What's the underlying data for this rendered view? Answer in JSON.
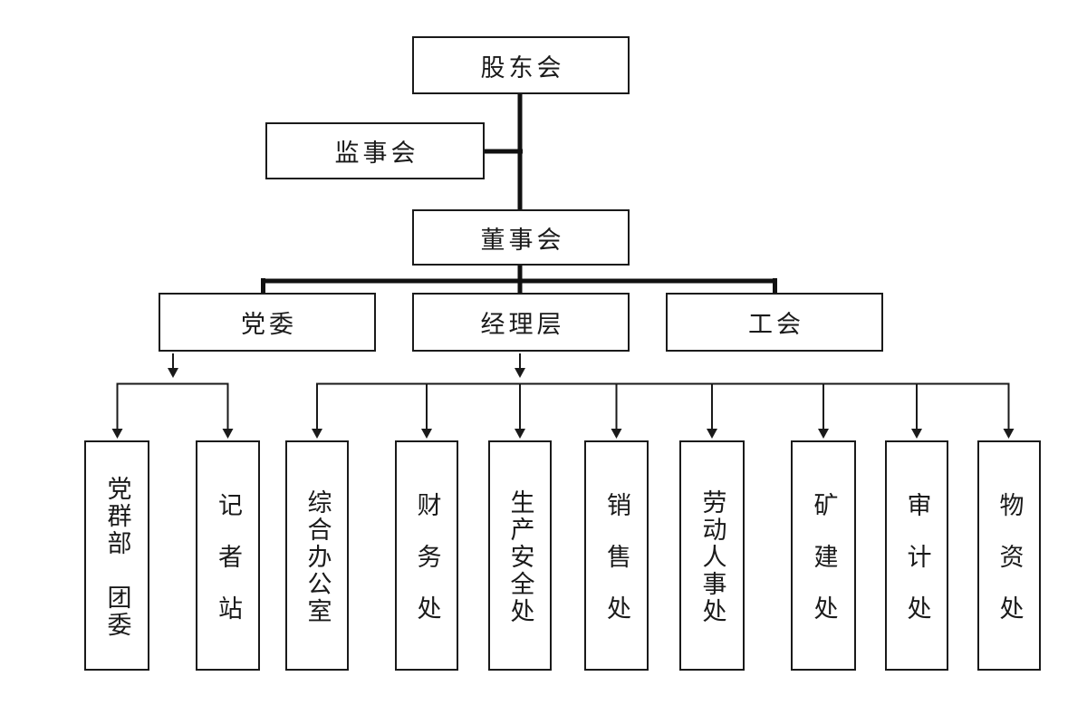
{
  "org_chart": {
    "nodes": {
      "shareholders": {
        "label": "股东会"
      },
      "supervisory": {
        "label": "监事会"
      },
      "board": {
        "label": "董事会"
      },
      "party": {
        "label": "党委"
      },
      "management": {
        "label": "经理层"
      },
      "union": {
        "label": "工会"
      }
    },
    "party_departments": [
      {
        "label": "党群部　团委"
      },
      {
        "label": "记者站"
      }
    ],
    "management_departments": [
      {
        "label": "综合办公室"
      },
      {
        "label": "财务处"
      },
      {
        "label": "生产安全处"
      },
      {
        "label": "销售处"
      },
      {
        "label": "劳动人事处"
      },
      {
        "label": "矿建处"
      },
      {
        "label": "审计处"
      },
      {
        "label": "物资处"
      }
    ],
    "colors": {
      "line": "#1a1a1a",
      "background": "#ffffff"
    }
  }
}
